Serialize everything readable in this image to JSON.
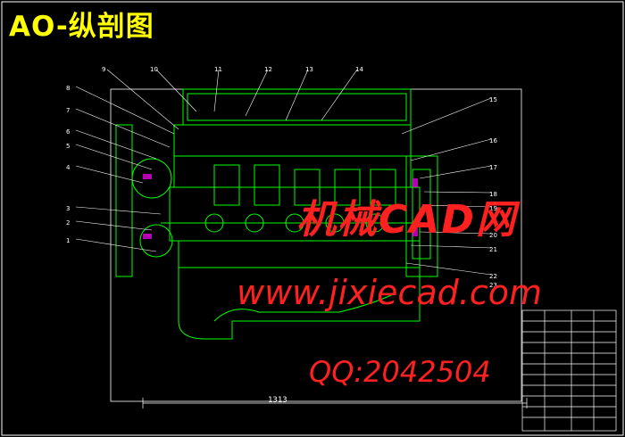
{
  "title": "AO-纵剖图",
  "part_numbers": [
    "1",
    "2",
    "3",
    "4",
    "5",
    "6",
    "7",
    "8",
    "9",
    "10",
    "11",
    "12",
    "13",
    "14",
    "15",
    "16",
    "17",
    "18",
    "19",
    "20",
    "21",
    "22",
    "23"
  ],
  "dimension_label": "1313",
  "watermark": {
    "site_cn": "机械CAD网",
    "url": "www.jixiecad.com",
    "qq": "QQ:2042504"
  },
  "colors": {
    "background": "#000000",
    "drawing_lines": "#00ff00",
    "title": "#ffff00",
    "leaders": "#ffffff",
    "watermark": "#ff2020",
    "highlight": "#ff00ff"
  }
}
